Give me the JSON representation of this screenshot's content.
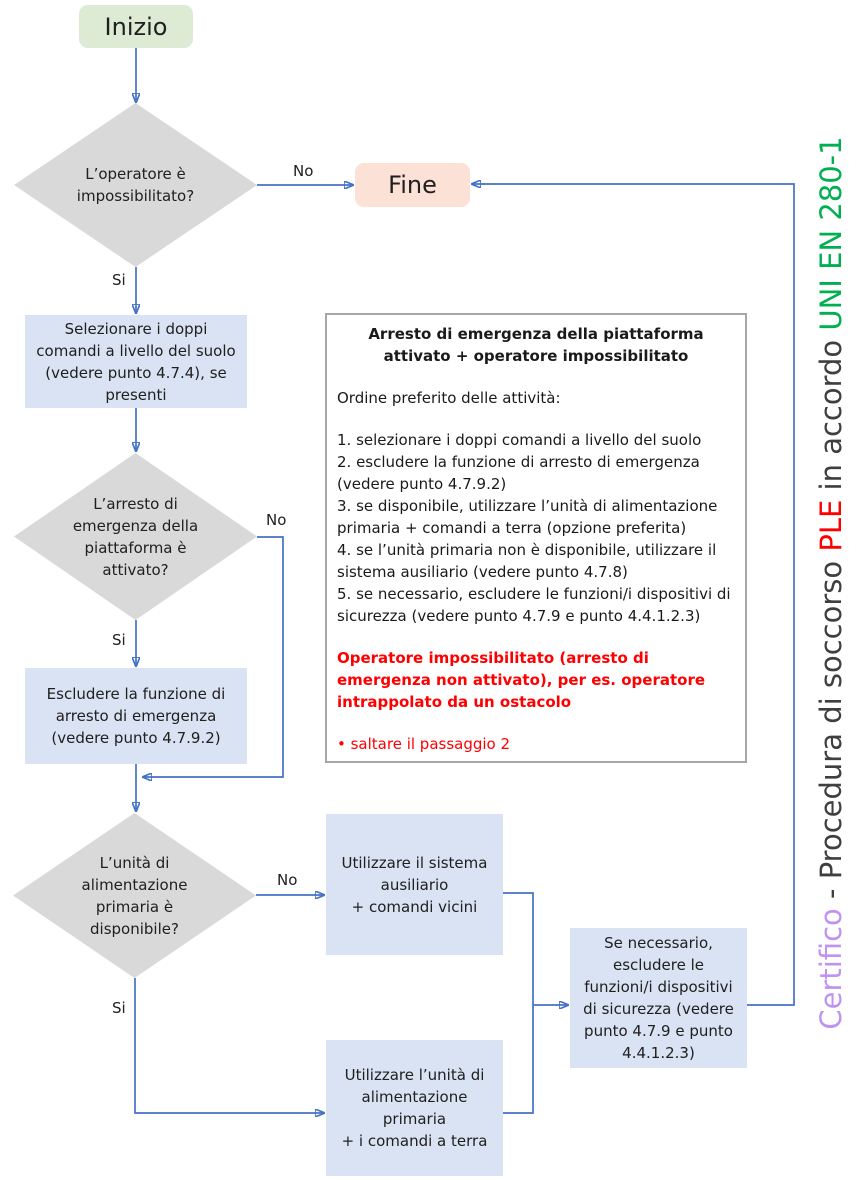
{
  "flowchart": {
    "start_label": "Inizio",
    "end_label": "Fine",
    "decisions": [
      {
        "label": "L’operatore è\nimpossibilitato?",
        "no_label": "No",
        "yes_label": "Si"
      },
      {
        "label": "L’arresto di\nemergenza della\npiattaforma è\nattivato?",
        "no_label": "No",
        "yes_label": "Si"
      },
      {
        "label": "L’unità di\nalimentazione\nprimaria è\ndisponibile?",
        "no_label": "No",
        "yes_label": "Si"
      }
    ],
    "processes": [
      {
        "label": "Selezionare i doppi\ncomandi a livello del suolo\n(vedere punto 4.7.4), se\npresenti"
      },
      {
        "label": "Escludere la funzione di\narresto di emergenza\n(vedere punto 4.7.9.2)"
      },
      {
        "label": "Utilizzare il sistema\nausiliario\n+ comandi vicini"
      },
      {
        "label": "Utilizzare l’unità di\nalimentazione\nprimaria\n+ i comandi a terra"
      },
      {
        "label": "Se necessario,\nescludere le\nfunzioni/i dispositivi\ndi sicurezza (vedere\npunto 4.7.9 e punto\n4.4.1.2.3)"
      }
    ]
  },
  "note": {
    "title": "Arresto di emergenza della piattaforma\nattivato + operatore impossibilitato",
    "intro": "Ordine preferito delle attività:",
    "steps": [
      "1. selezionare i doppi comandi a livello del suolo",
      "2. escludere la funzione di arresto di emergenza\n(vedere punto 4.7.9.2)",
      "3. se disponibile, utilizzare l’unità di alimentazione\nprimaria + comandi a terra (opzione preferita)",
      "4. se l’unità primaria non è disponibile, utilizzare il\nsistema ausiliario (vedere punto 4.7.8)",
      "5. se necessario, escludere le funzioni/i dispositivi di\nsicurezza (vedere punto 4.7.9 e punto 4.4.1.2.3)"
    ],
    "warning": "Operatore impossibilitato (arresto di\nemergenza non attivato), per es. operatore\nintrappolato da un ostacolo",
    "bullet": "• saltare il passaggio 2"
  },
  "watermark": {
    "segments": [
      {
        "text": "Certifico",
        "color": "#bf93f2"
      },
      {
        "text": " - Procedura di soccorso ",
        "color": "#3f3f3f"
      },
      {
        "text": "PLE",
        "color": "#ff0000"
      },
      {
        "text": " in accordo ",
        "color": "#3f3f3f"
      },
      {
        "text": "UNI EN 280-1",
        "color": "#00b050"
      }
    ]
  },
  "colors": {
    "connector_blue": "#4472c4",
    "process_fill": "#dae3f3",
    "decision_fill": "#d9d9d9",
    "start_fill": "#ddebd5",
    "end_fill": "#fbe1d6",
    "note_border": "#a6a6a6",
    "warning_red": "#ff0000",
    "watermark_purple": "#bf93f2",
    "watermark_green": "#00b050"
  }
}
